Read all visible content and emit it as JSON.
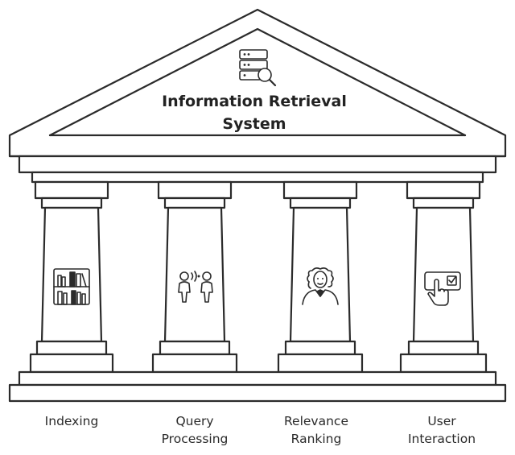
{
  "title": {
    "line1": "Information Retrieval",
    "line2": "System"
  },
  "pillars": [
    {
      "line1": "Indexing",
      "line2": "",
      "icon": "bookshelf-icon"
    },
    {
      "line1": "Query",
      "line2": "Processing",
      "icon": "people-talking-icon"
    },
    {
      "line1": "Relevance",
      "line2": "Ranking",
      "icon": "judge-icon"
    },
    {
      "line1": "User",
      "line2": "Interaction",
      "icon": "touch-checkbox-icon"
    }
  ],
  "roof_icon": "server-search-icon",
  "colors": {
    "ink": "#2b2b2b",
    "background": "#ffffff"
  }
}
